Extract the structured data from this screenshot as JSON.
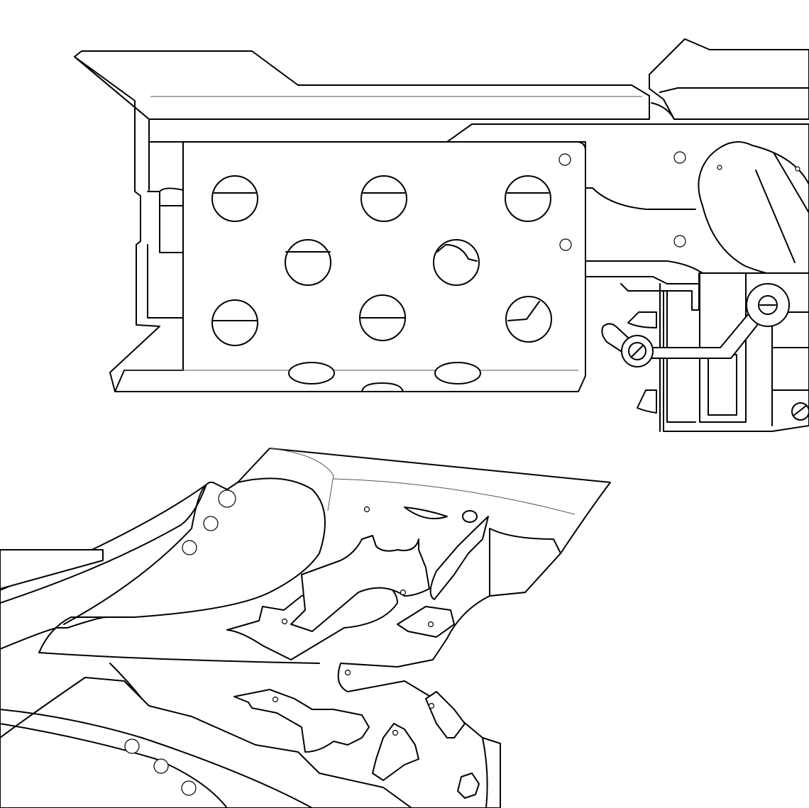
{
  "drawing": {
    "subject": "line-art-weapon-blueprint",
    "stroke_color": "#000000",
    "fill_color": "#ffffff",
    "background_color": "#ffffff",
    "parts": [
      "gun-slide",
      "side-plate",
      "hammer-mechanism",
      "ornate-blade-grip"
    ]
  }
}
